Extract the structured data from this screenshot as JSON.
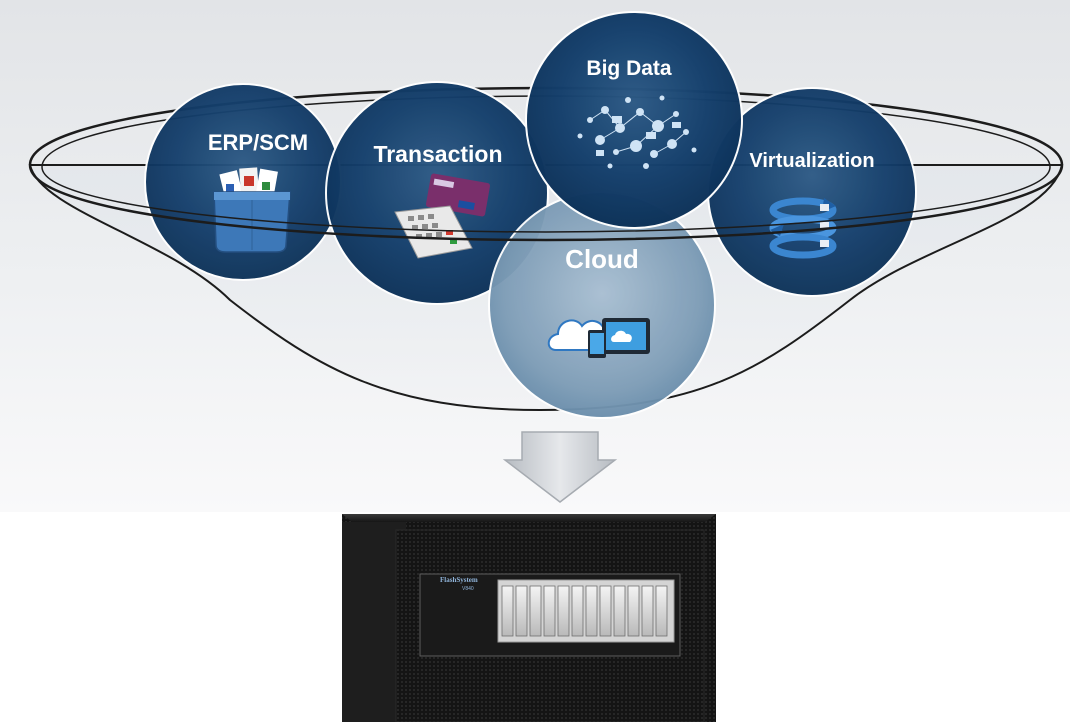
{
  "workloads": [
    {
      "id": "erp",
      "label": "ERP/SCM",
      "icon": "document-folder-icon"
    },
    {
      "id": "transaction",
      "label": "Transaction",
      "icon": "payment-terminal-icon"
    },
    {
      "id": "bigdata",
      "label": "Big Data",
      "icon": "data-network-icon"
    },
    {
      "id": "virtualization",
      "label": "Virtualization",
      "icon": "virtualization-cycle-icon"
    },
    {
      "id": "cloud",
      "label": "Cloud",
      "icon": "cloud-devices-icon"
    }
  ],
  "device": {
    "brand_label": "FlashSystem",
    "model_label": "V840",
    "icon": "flash-storage-server-icon"
  },
  "connector": {
    "icon": "down-arrow-icon"
  },
  "colors": {
    "circle_dark": "#0d3660",
    "circle_light": "#5f86a6",
    "funnel_fill": "#e4e8ec",
    "arrow": "#c9cdd1"
  }
}
